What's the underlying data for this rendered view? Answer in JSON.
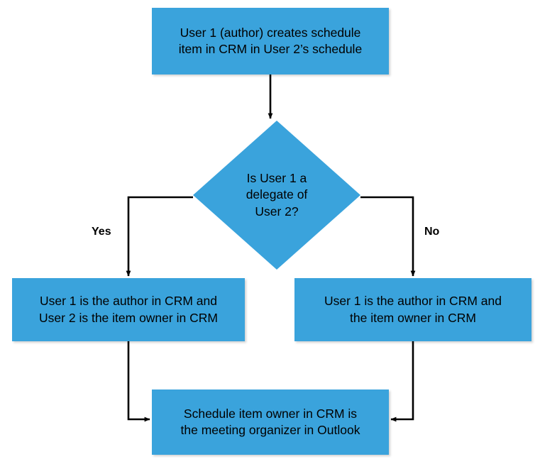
{
  "diagram": {
    "title": "User 1 creates schedule item in User 2's schedule",
    "type": "flowchart",
    "colors": {
      "node_fill": "#3aa3dc",
      "node_text": "#000000",
      "connector": "#000000",
      "background": "#ffffff"
    }
  },
  "nodes": {
    "create_item": {
      "shape": "rectangle",
      "text": "User 1 (author) creates schedule\nitem in CRM in User 2’s schedule"
    },
    "decision": {
      "shape": "diamond",
      "text": "Is User 1 a\ndelegate of\nUser 2?"
    },
    "yes_outcome": {
      "shape": "rectangle",
      "text": "User 1 is the author in CRM and\nUser 2 is the item owner in CRM"
    },
    "no_outcome": {
      "shape": "rectangle",
      "text": "User 1 is the author in CRM and\nthe item owner in CRM"
    },
    "final_outcome": {
      "shape": "rectangle",
      "text": "Schedule item owner in CRM is\nthe meeting organizer in Outlook"
    }
  },
  "branch_labels": {
    "yes": "Yes",
    "no": "No"
  },
  "edges": [
    {
      "from": "create_item",
      "to": "decision",
      "label": ""
    },
    {
      "from": "decision",
      "to": "yes_outcome",
      "label": "Yes"
    },
    {
      "from": "decision",
      "to": "no_outcome",
      "label": "No"
    },
    {
      "from": "yes_outcome",
      "to": "final_outcome",
      "label": ""
    },
    {
      "from": "no_outcome",
      "to": "final_outcome",
      "label": ""
    }
  ]
}
